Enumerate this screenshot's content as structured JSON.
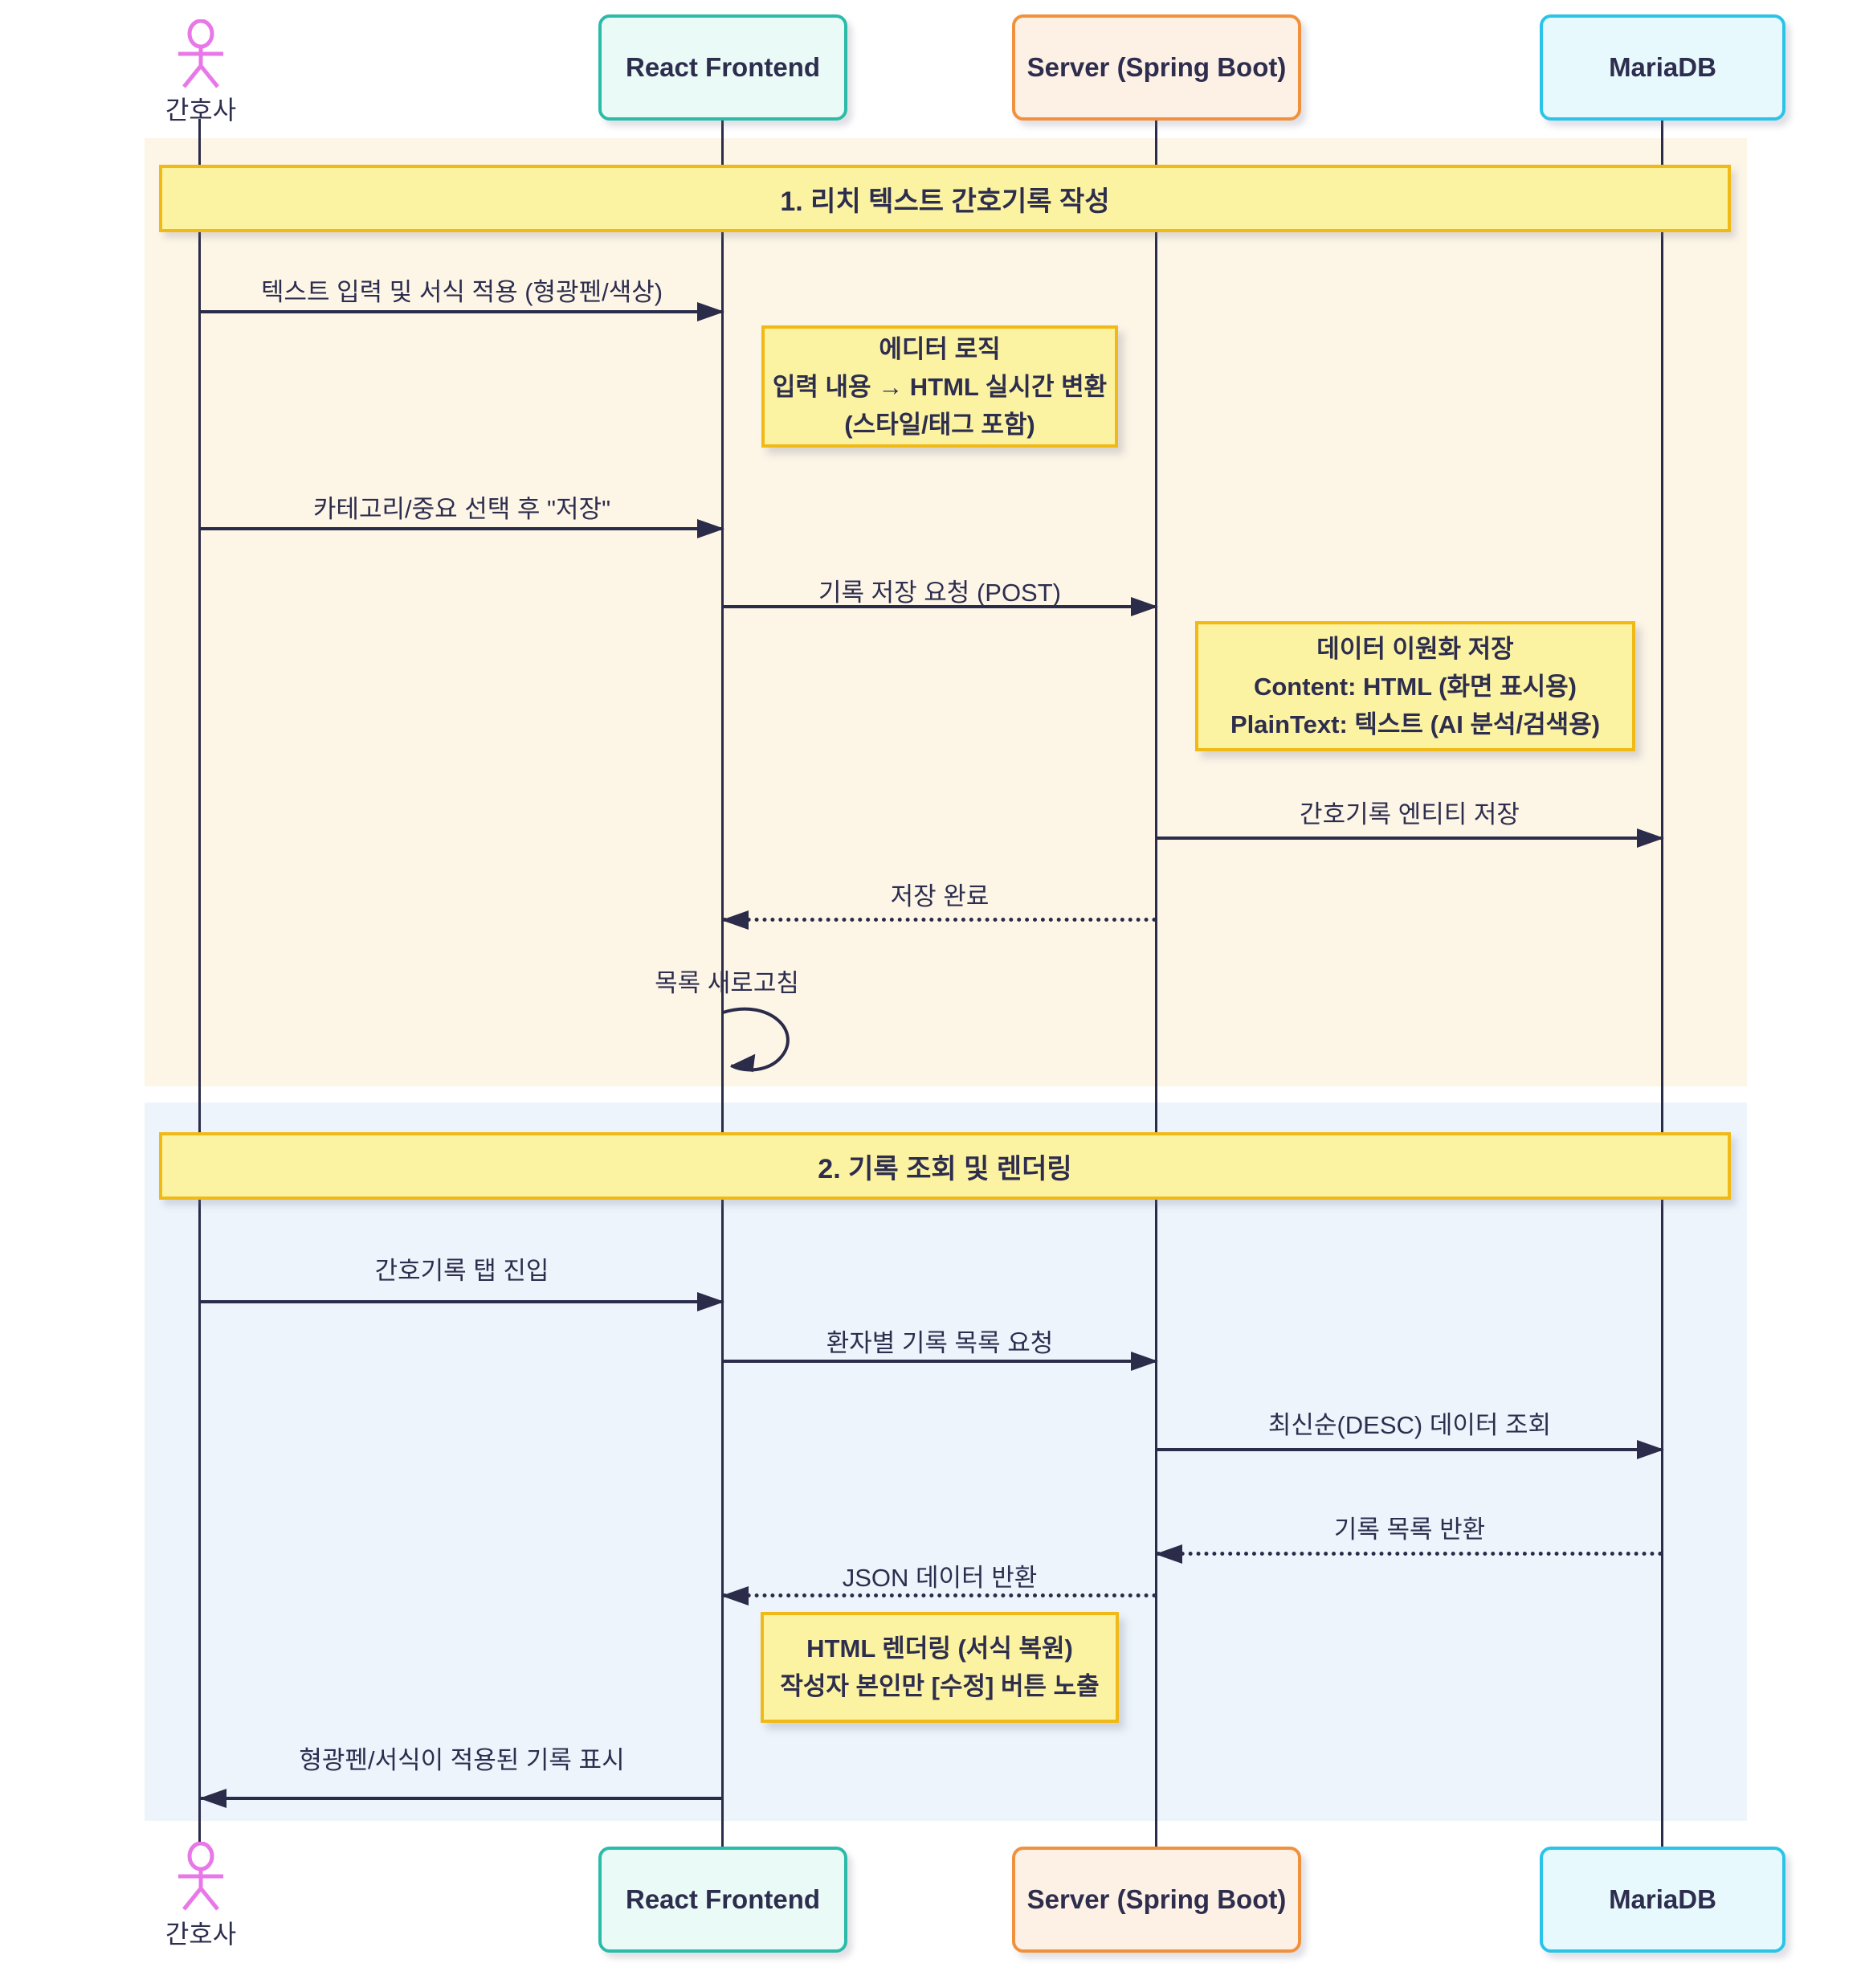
{
  "diagram": {
    "type": "sequence-diagram",
    "actors": {
      "nurse": {
        "label": "간호사"
      },
      "react": {
        "label": "React Frontend"
      },
      "server": {
        "label": "Server (Spring Boot)"
      },
      "mariadb": {
        "label": "MariaDB"
      }
    },
    "sections": [
      {
        "title": "1. 리치 텍스트 간호기록 작성"
      },
      {
        "title": "2. 기록 조회 및 렌더링"
      }
    ],
    "messages": [
      {
        "label": "텍스트 입력 및 서식 적용 (형광펜/색상)",
        "from": "간호사",
        "to": "React Frontend",
        "style": "solid"
      },
      {
        "label": "카테고리/중요 선택 후 \"저장\"",
        "from": "간호사",
        "to": "React Frontend",
        "style": "solid"
      },
      {
        "label": "기록 저장 요청 (POST)",
        "from": "React Frontend",
        "to": "Server (Spring Boot)",
        "style": "solid"
      },
      {
        "label": "간호기록 엔티티 저장",
        "from": "Server (Spring Boot)",
        "to": "MariaDB",
        "style": "solid"
      },
      {
        "label": "저장 완료",
        "from": "Server (Spring Boot)",
        "to": "React Frontend",
        "style": "dashed"
      },
      {
        "label": "목록 새로고침",
        "from": "React Frontend",
        "to": "React Frontend",
        "style": "self-loop"
      },
      {
        "label": "간호기록 탭 진입",
        "from": "간호사",
        "to": "React Frontend",
        "style": "solid"
      },
      {
        "label": "환자별 기록 목록 요청",
        "from": "React Frontend",
        "to": "Server (Spring Boot)",
        "style": "solid"
      },
      {
        "label": "최신순(DESC) 데이터 조회",
        "from": "Server (Spring Boot)",
        "to": "MariaDB",
        "style": "solid"
      },
      {
        "label": "기록 목록 반환",
        "from": "MariaDB",
        "to": "Server (Spring Boot)",
        "style": "dashed"
      },
      {
        "label": "JSON 데이터 반환",
        "from": "Server (Spring Boot)",
        "to": "React Frontend",
        "style": "dashed"
      },
      {
        "label": "형광펜/서식이 적용된 기록 표시",
        "from": "React Frontend",
        "to": "간호사",
        "style": "solid"
      }
    ],
    "notes": [
      {
        "lines": [
          "에디터 로직",
          "입력 내용 → HTML 실시간 변환",
          "(스타일/태그 포함)"
        ]
      },
      {
        "lines": [
          "데이터 이원화 저장",
          "Content: HTML (화면 표시용)",
          "PlainText: 텍스트 (AI 분석/검색용)"
        ]
      },
      {
        "lines": [
          "HTML 렌더링 (서식 복원)",
          "작성자 본인만 [수정] 버튼 노출"
        ]
      }
    ],
    "colors": {
      "ink": "#2b2b4a",
      "section1_bg": "#fdf6e7",
      "section2_bg": "#edf4fb",
      "banner_bg": "#fcf3a2",
      "banner_border": "#f0b915",
      "react_border": "#2bbba8",
      "react_bg": "#eafaf6",
      "server_border": "#f2913d",
      "server_bg": "#fdf0e5",
      "mariadb_border": "#29c4e8",
      "mariadb_bg": "#e7f9fd",
      "actor_pink": "#e878e8"
    }
  }
}
